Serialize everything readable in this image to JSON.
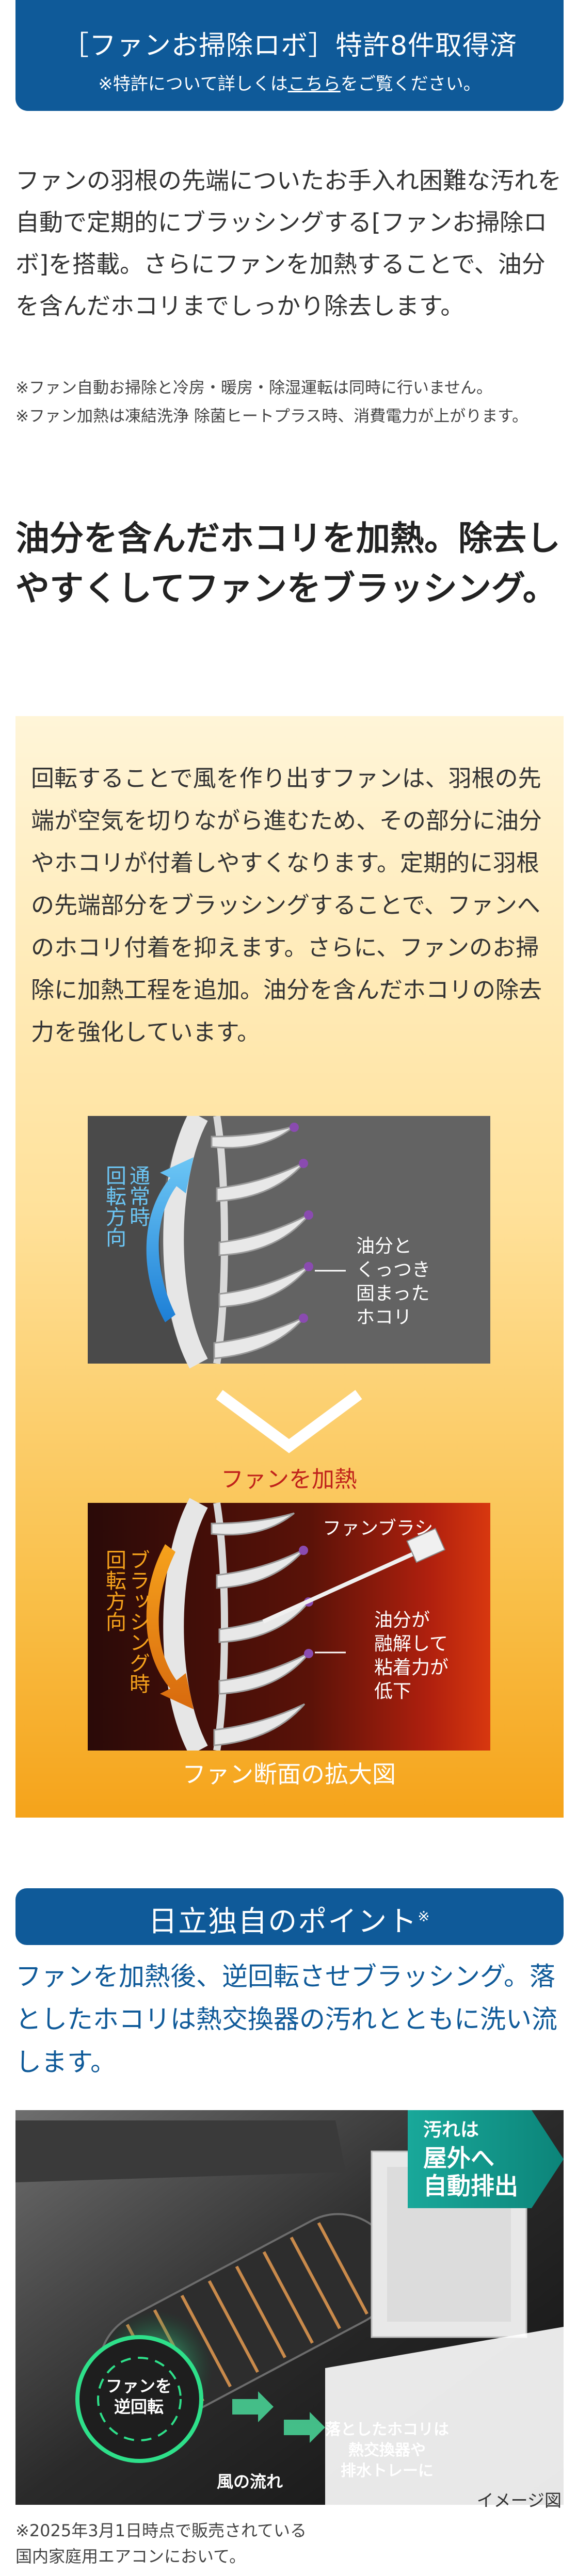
{
  "banner": {
    "title": "［ファンお掃除ロボ］特許8件取得済",
    "note_prefix": "※特許について詳しくは",
    "note_link": "こちら",
    "note_suffix": "をご覧ください。"
  },
  "lead": "ファンの羽根の先端についたお手入れ困難な汚れを自動で定期的にブラッシングする[ファンお掃除ロボ]を搭載。さらにファンを加熱することで、油分を含んだホコリまでしっかり除去します。",
  "notes": [
    "※ファン自動お掃除と冷房・暖房・除湿運転は同時に行いません。",
    "※ファン加熱は凍結洗浄 除菌ヒートプラス時、消費電力が上がります。"
  ],
  "heading": "油分を含んだホコリを加熱。除去しやすくしてファンをブラッシング。",
  "panel": {
    "text": "回転することで風を作り出すファンは、羽根の先端が空気を切りながら進むため、その部分に油分やホコリが付着しやすくなります。定期的に羽根の先端部分をブラッシングすることで、ファンへのホコリ付着を抑えます。さらに、ファンのお掃除に加熱工程を追加。油分を含んだホコリの除去力を強化しています。",
    "diagram": {
      "top_rotation": [
        "通常時",
        "回転方向"
      ],
      "top_dust": [
        "油分と",
        "くっつき",
        "固まった",
        "ホコリ"
      ],
      "heat_label": "ファンを加熱",
      "brush_label": "ファンブラシ",
      "bottom_rotation": [
        "ブラッシング時",
        "回転方向"
      ],
      "bottom_dust": [
        "油分が",
        "融解して",
        "粘着力が",
        "低下"
      ],
      "caption": "ファン断面の拡大図"
    }
  },
  "point": {
    "title": "日立独自のポイント",
    "mark": "※",
    "lead": "ファンを加熱後、逆回転させブラッシング。落としたホコリは熱交換器の汚れとともに洗い流します。",
    "badge": [
      "汚れは",
      "屋外へ",
      "自動排出"
    ],
    "fan_label": [
      "ファンを",
      "逆回転"
    ],
    "wind_label": "風の流れ",
    "dust_label": [
      "落としたホコリは",
      "熱交換器や",
      "排水トレーに"
    ],
    "caption": "イメージ図"
  },
  "footnote": [
    "※2025年3月1日時点で販売されている",
    "国内家庭用エアコンにおいて。"
  ],
  "colors": {
    "brand_blue": "#0f5a99",
    "heat_red": "#c0221b",
    "teal": "#1aa89b"
  }
}
